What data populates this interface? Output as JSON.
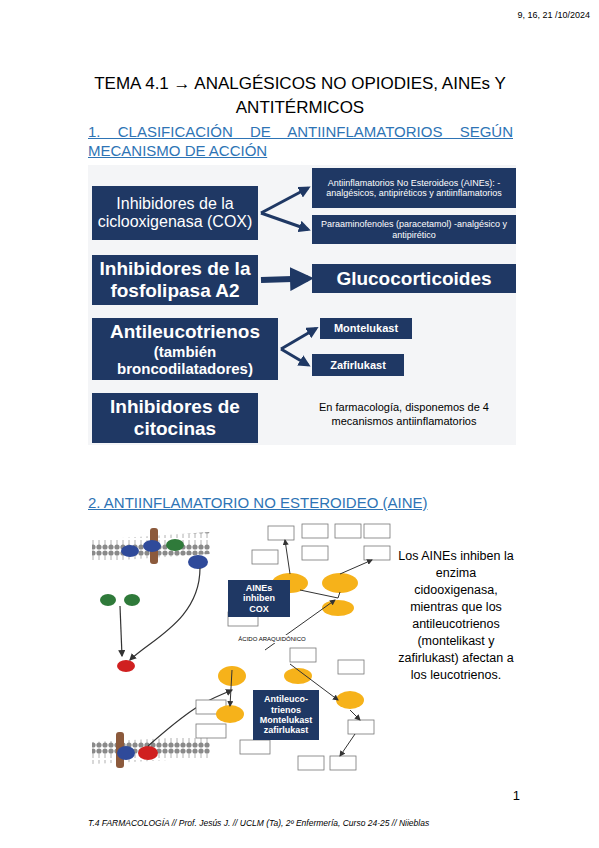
{
  "diagram": {
    "title": "TEMA 4.1 → ANALGÉSICOS NO OPIODIES, AINEs Y ANTITÉRMICOS",
    "nodes": [
      {
        "text": [
          "Inhibidores de la ciclooxigenasa (COX)"
        ]
      },
      {
        "text": [
          "Antiinflamatorios No Esteroideos (AINEs): -analgésicos, antipiréticos y antiinflamatorios"
        ]
      },
      {
        "text": [
          "Paraaminofenoles (paracetamol) -analgésico y antipirético"
        ]
      },
      {
        "text": [
          "Inhibidores de la fosfolipasa A2"
        ]
      },
      {
        "text": [
          "Glucocorticoides"
        ]
      },
      {
        "text": [
          "Antileucotrienos",
          "(también broncodilatadores)"
        ]
      },
      {
        "text": [
          "Montelukast"
        ]
      },
      {
        "text": [
          "Zafirlukast"
        ]
      },
      {
        "text": [
          "Inhibidores de citocinas"
        ]
      },
      {
        "text": [
          "AINEs inhiben COX"
        ]
      },
      {
        "text": [
          "Antileuco-trienos Montelukast zafirlukast"
        ]
      }
    ],
    "edges": [
      {
        "from": 0,
        "to": 1,
        "arrow": "to"
      },
      {
        "from": 0,
        "to": 2,
        "arrow": "to"
      },
      {
        "from": 3,
        "to": 4,
        "arrow": "to"
      },
      {
        "from": 5,
        "to": 6,
        "arrow": "to"
      },
      {
        "from": 5,
        "to": 7,
        "arrow": "to"
      }
    ],
    "labels": [
      "9, 16, 21 /10/2024",
      "1. CLASIFICACIÓN DE ANTIINFLAMATORIOS SEGÚN MECANISMO DE ACCIÓN",
      "En farmacología, disponemos de 4 mecanismos antiinflamatorios",
      "2. ANTIINFLAMATORIO NO ESTEROIDEO (AINE)",
      "ÁCIDO ARAQUIDÓNICO",
      "Los AINEs inhiben la enzima cidooxigenasa, mientras que los antileucotrienos (montelikast y zafirlukast) afectan a los leucotrienos.",
      "1",
      "T.4 FARMACOLOGÍA // Prof. Jesús J. // UCLM (Ta), 2º Enfermería, Curso 24-25 // Niieblas"
    ]
  }
}
